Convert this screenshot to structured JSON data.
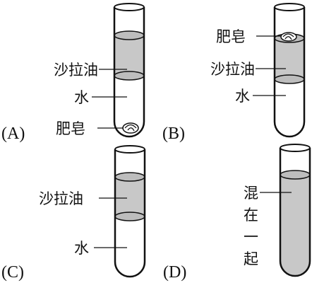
{
  "panels": [
    {
      "id": "A",
      "option": "(A)",
      "labels": {
        "oil": "沙拉油",
        "water": "水",
        "soap": "肥皂"
      }
    },
    {
      "id": "B",
      "option": "(B)",
      "labels": {
        "soap": "肥皂",
        "oil": "沙拉油",
        "water": "水"
      }
    },
    {
      "id": "C",
      "option": "(C)",
      "labels": {
        "oil": "沙拉油",
        "water": "水"
      }
    },
    {
      "id": "D",
      "option": "(D)",
      "labels": {
        "mixed": [
          "混",
          "在",
          "一",
          "起"
        ]
      }
    }
  ],
  "colors": {
    "liquid": "#c8c8c8",
    "outline": "#111111",
    "background": "#ffffff"
  }
}
